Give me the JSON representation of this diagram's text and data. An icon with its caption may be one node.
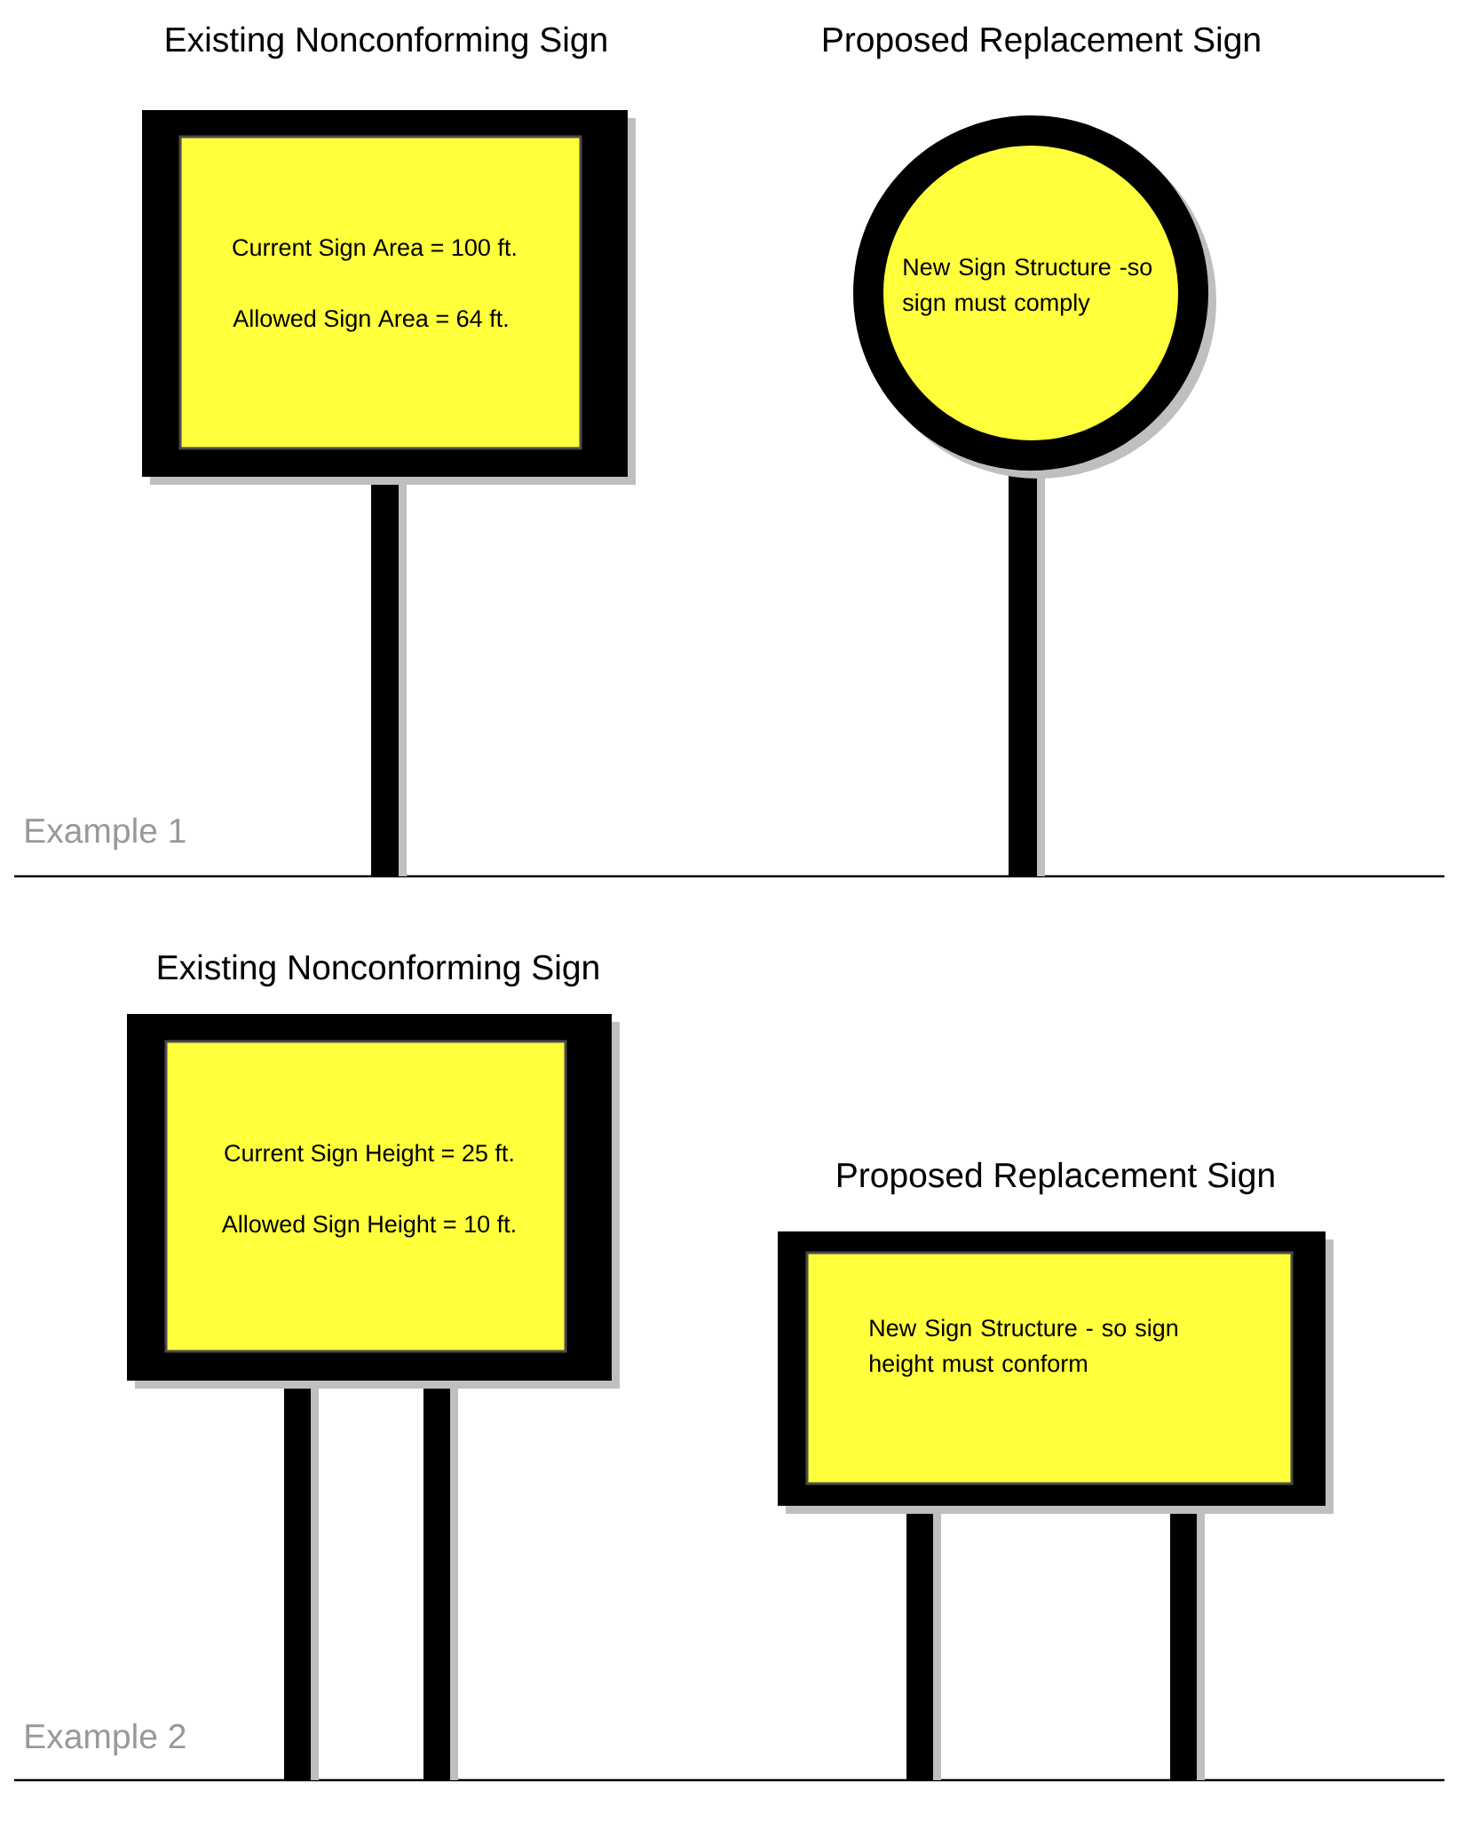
{
  "diagram": {
    "nodes": [
      {
        "text": [
          "Existing Nonconforming Sign",
          "Current Sign Area = 100 ft.",
          "Allowed Sign Area = 64 ft."
        ]
      },
      {
        "text": [
          "Proposed Replacement Sign",
          "New Sign Structure -so sign must comply"
        ]
      },
      {
        "text": [
          "Existing Nonconforming Sign",
          "Current Sign Height = 25 ft.",
          "Allowed Sign Height = 10 ft."
        ]
      },
      {
        "text": [
          "Proposed Replacement Sign",
          "New Sign Structure - so sign height must conform"
        ]
      }
    ],
    "labels": [
      "Example 1",
      "Example 2"
    ]
  }
}
